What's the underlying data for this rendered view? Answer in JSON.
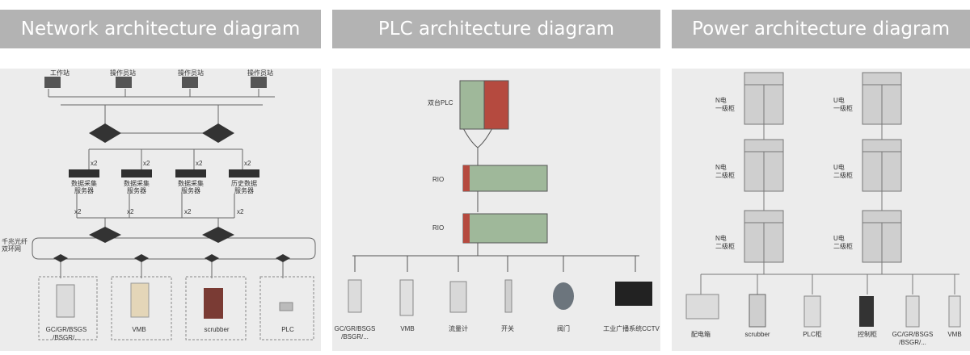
{
  "headers": {
    "network": "Network architecture diagram",
    "plc": "PLC architecture diagram",
    "power": "Power architecture diagram"
  },
  "network": {
    "workstations": [
      "工作站",
      "操作员站",
      "操作员站",
      "操作员站"
    ],
    "link_x2": "x2",
    "servers": [
      [
        "数据采集",
        "服务器"
      ],
      [
        "数据采集",
        "服务器"
      ],
      [
        "数据采集",
        "服务器"
      ],
      [
        "历史数据",
        "服务器"
      ]
    ],
    "ring_label": [
      "千兆光纤",
      "双环网"
    ],
    "devices": [
      [
        "GC/GR/BSGS",
        "/BSGR/..."
      ],
      [
        "VMB"
      ],
      [
        "scrubber"
      ],
      [
        "PLC"
      ]
    ]
  },
  "plc": {
    "plc_label": "双台PLC",
    "rio_labels": [
      "RIO",
      "RIO"
    ],
    "field_labels": [
      [
        "GC/GR/BSGS",
        "/BSGR/..."
      ],
      [
        "VMB"
      ],
      [
        "流量计"
      ],
      [
        "开关"
      ],
      [
        "阀门"
      ],
      [
        "工业广播系统CCTV"
      ]
    ]
  },
  "power": {
    "cabinet_labels": [
      [
        "N电",
        "一级柜"
      ],
      [
        "U电",
        "一级柜"
      ],
      [
        "N电",
        "二级柜"
      ],
      [
        "U电",
        "二级柜"
      ],
      [
        "N电",
        "二级柜"
      ],
      [
        "U电",
        "二级柜"
      ]
    ],
    "device_labels": [
      [
        "配电箱"
      ],
      [
        "scrubber"
      ],
      [
        "PLC柜"
      ],
      [
        "控制柜"
      ],
      [
        "GC/GR/BSGS",
        "/BSGR/..."
      ],
      [
        "VMB"
      ]
    ]
  },
  "colors": {
    "header_bg": "#b3b3b3",
    "panel_bg": "#ececec",
    "rack_green": "#9fb89a",
    "rack_red": "#b54a3f",
    "cabinet_gray": "#cfcfcf"
  }
}
